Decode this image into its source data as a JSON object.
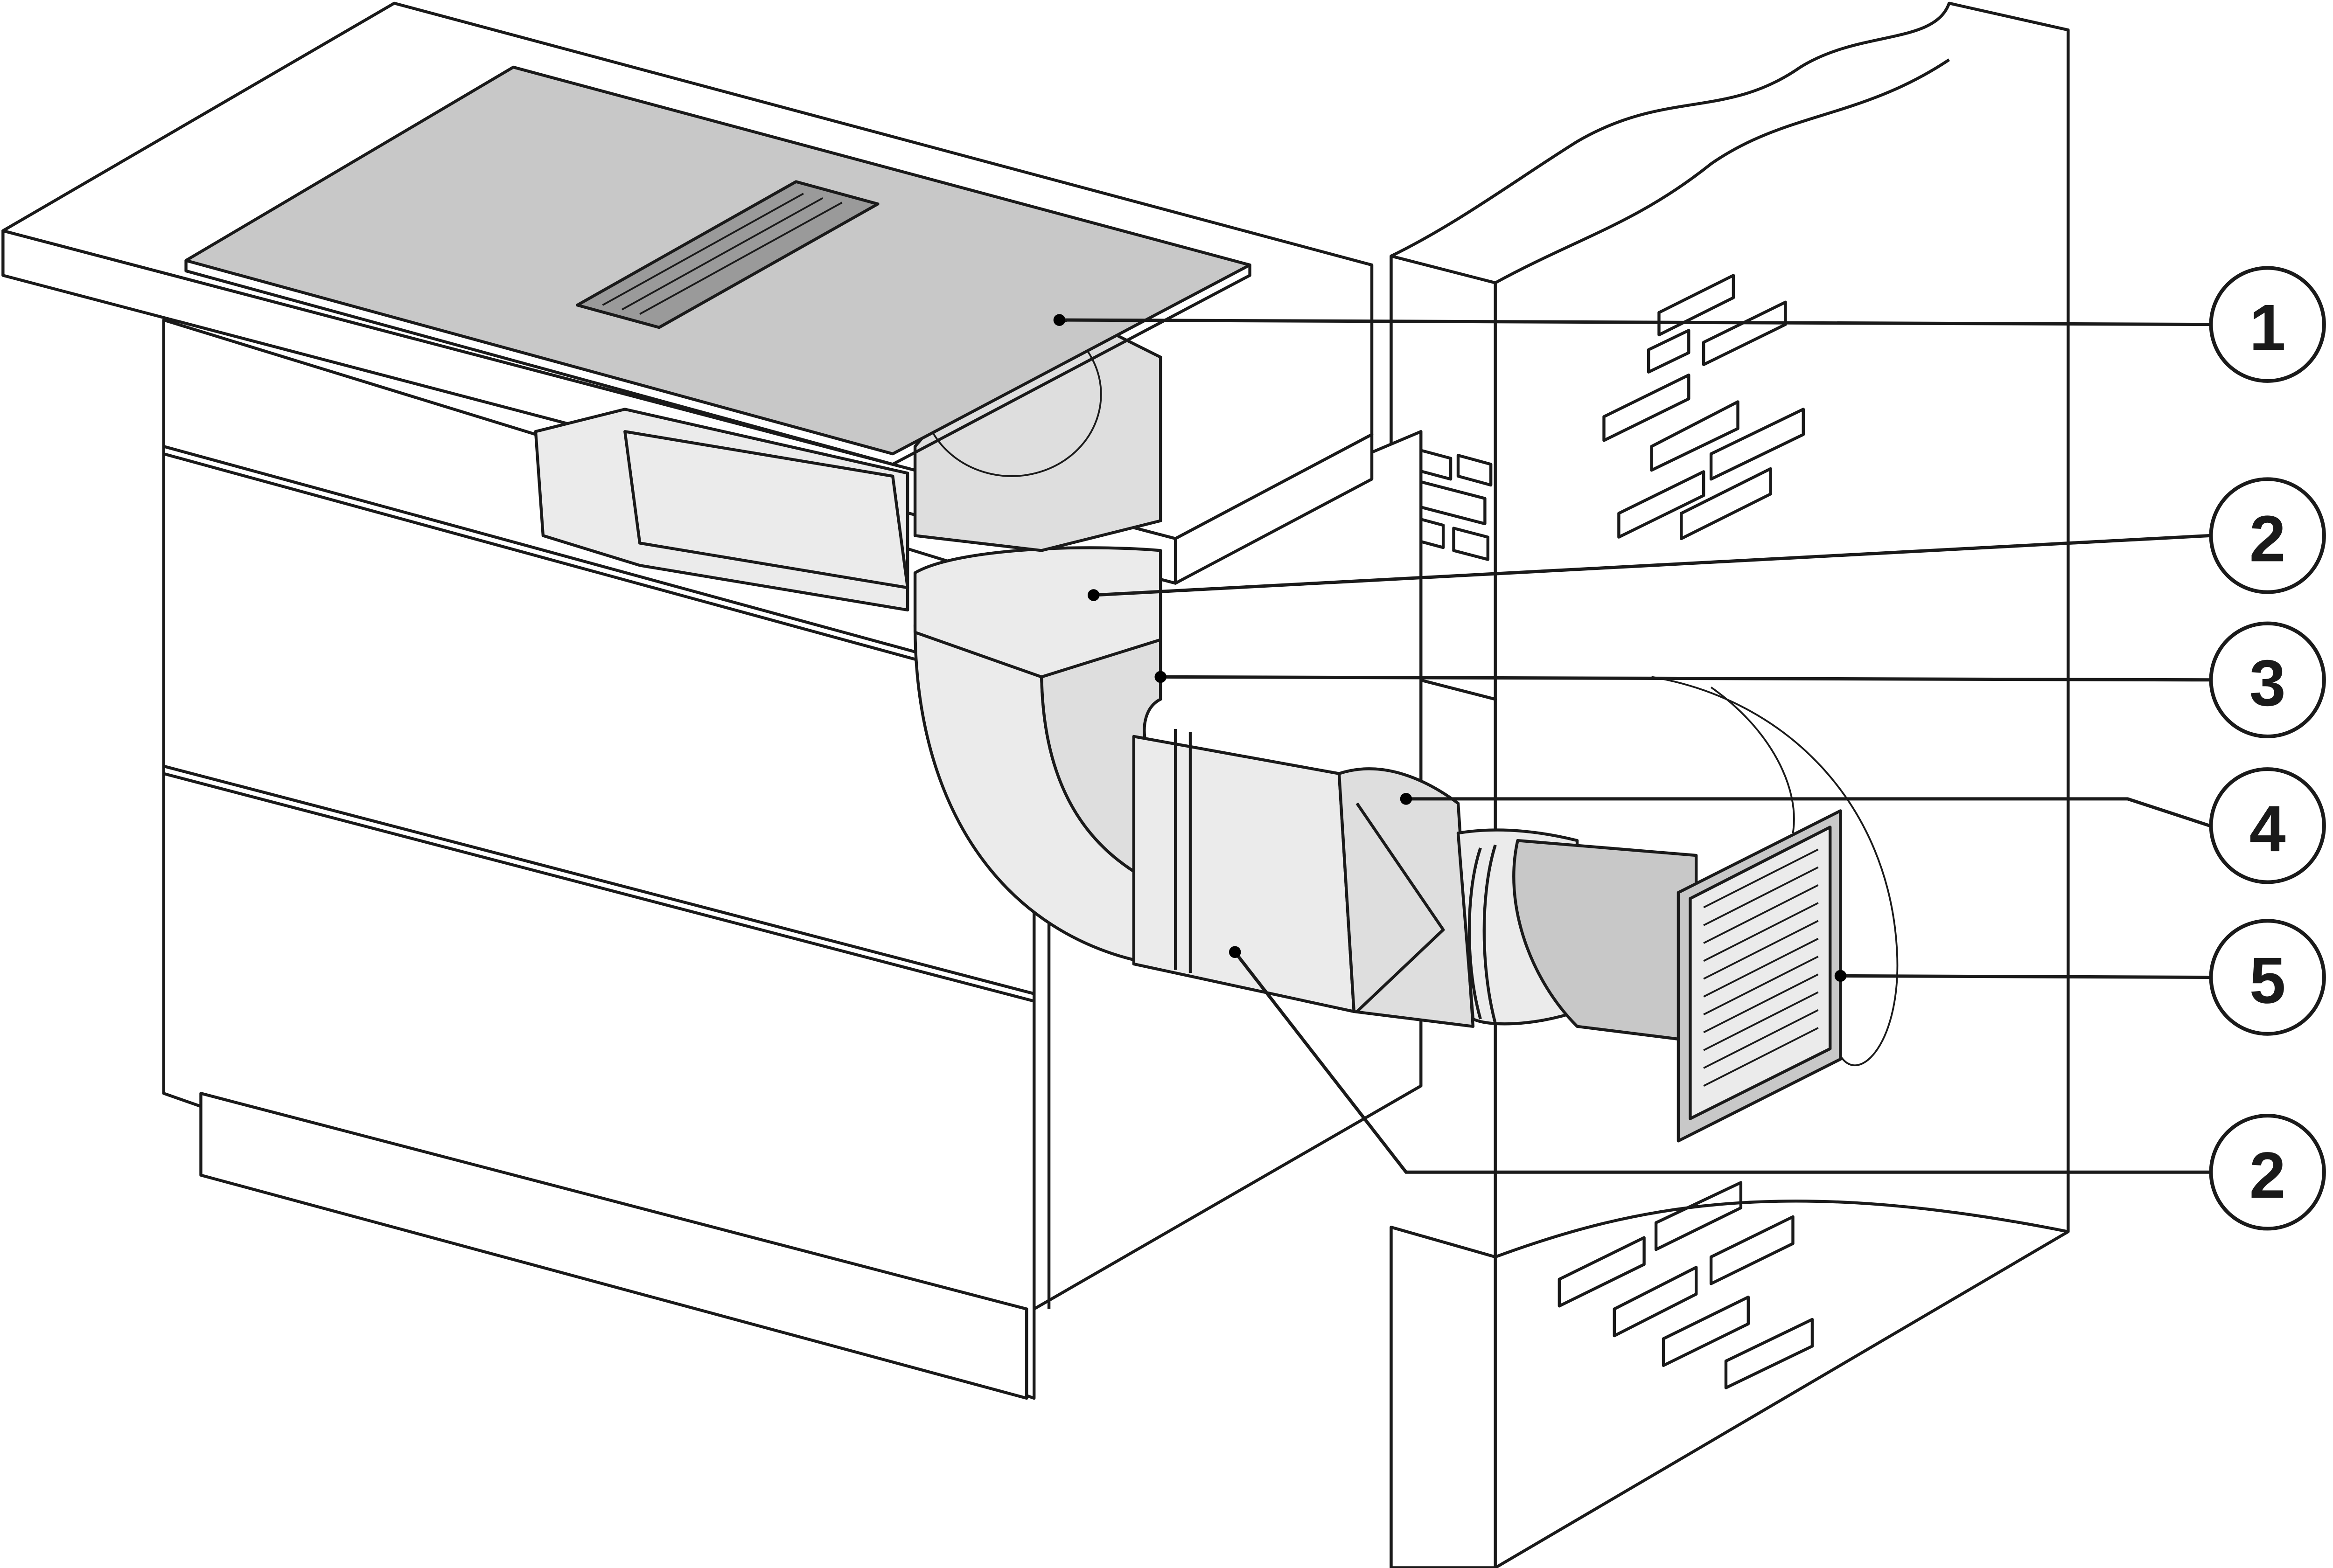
{
  "diagram": {
    "callouts": [
      {
        "label": "1"
      },
      {
        "label": "2"
      },
      {
        "label": "3"
      },
      {
        "label": "4"
      },
      {
        "label": "5"
      },
      {
        "label": "2"
      }
    ]
  }
}
